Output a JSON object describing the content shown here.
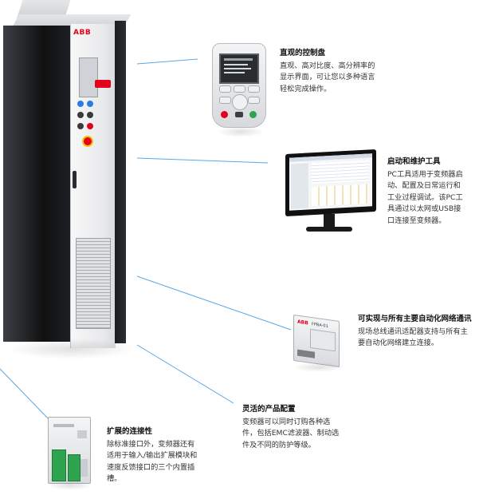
{
  "colors": {
    "brand_red": "#e4001b",
    "leader_blue": "#5aa7e6",
    "green_terminal": "#2fa44f"
  },
  "cabinet": {
    "logo": "ABB"
  },
  "panel_feature": {
    "title": "直观的控制盘",
    "desc": [
      "直观、高对比度、高分辨率的",
      "显示界面，可让您以多种语言",
      "轻松完成操作。"
    ]
  },
  "tool_feature": {
    "title": "启动和维护工具",
    "desc": [
      "PC工具适用于变频器启",
      "动、配置及日常运行和",
      "工业过程调试。该PC工",
      "具通过以太网或USB接",
      "口连接至变频器。"
    ]
  },
  "network_feature": {
    "title": "可实现与所有主要自动化网络通讯",
    "desc": [
      "现场总线通讯适配器支持与所有主",
      "要自动化网络建立连接。"
    ]
  },
  "product_feature": {
    "title": "灵活的产品配置",
    "desc": [
      "变频器可以同时订购各种选",
      "件，包括EMC滤波器、制动选",
      "件及不同的防护等级。"
    ]
  },
  "extension_feature": {
    "title": "扩展的连接性",
    "desc": [
      "除标准接口外，变频器还有",
      "适用于输入/输出扩展模块和",
      "速度反馈接口的三个内置插",
      "槽。"
    ]
  },
  "module": {
    "label": "FPBA-01"
  }
}
